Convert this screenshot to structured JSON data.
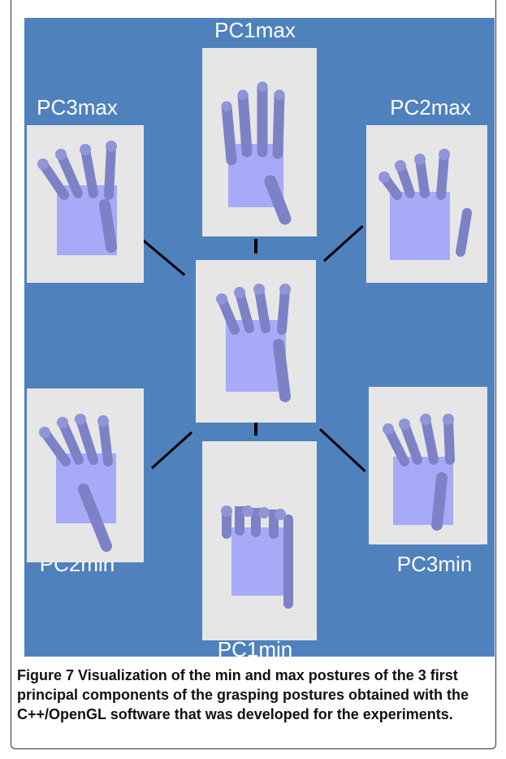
{
  "figure": {
    "labels": {
      "pc1max": "PC1max",
      "pc2max": "PC2max",
      "pc3max": "PC3max",
      "pc1min": "PC1min",
      "pc2min": "PC2min",
      "pc3min": "PC3min"
    },
    "colors": {
      "background": "#4f81bd",
      "panel": "#e6e6e6",
      "hand": "#9fa3f4",
      "finger": "#7d82c6"
    },
    "postures": {
      "center": "neutral",
      "pc1max": "open-extended",
      "pc1min": "curled",
      "pc2max": "flexed-tips",
      "pc2min": "extended-forward",
      "pc3max": "spread",
      "pc3min": "partial-flex"
    }
  },
  "caption": {
    "lead": "Figure 7",
    "text": " Visualization of the min and max postures of the 3 first principal components of the grasping postures obtained with the C++/OpenGL software that was developed for the experiments."
  }
}
